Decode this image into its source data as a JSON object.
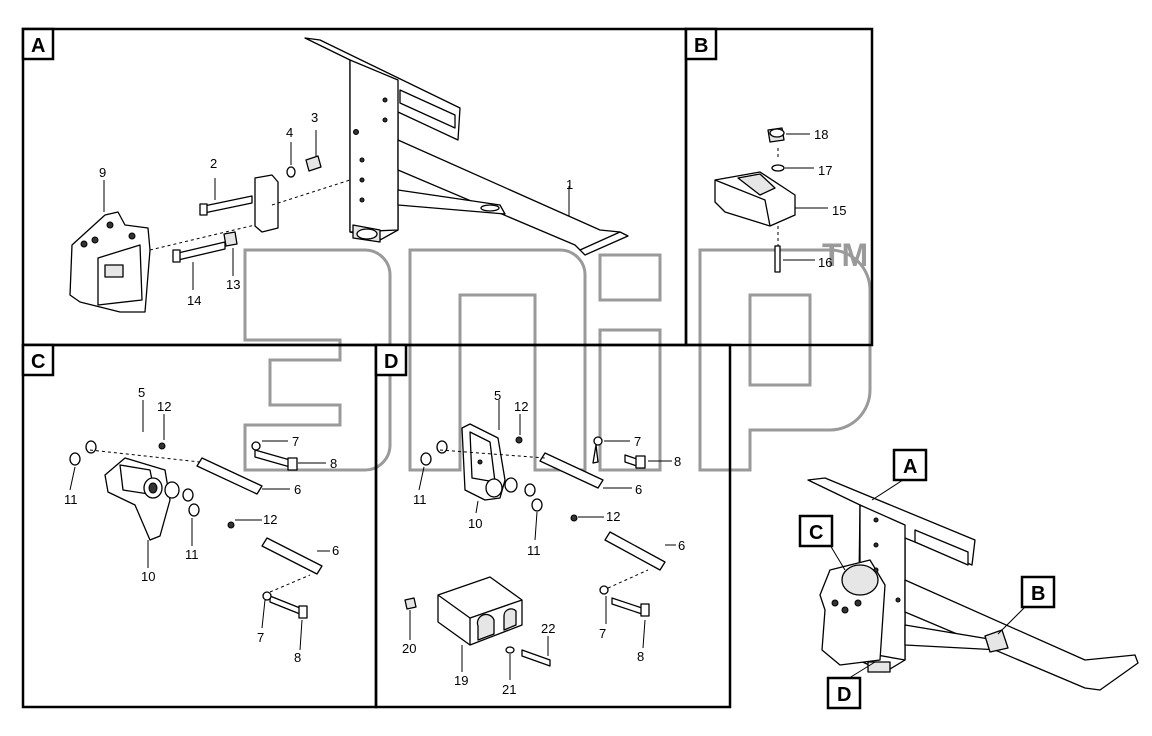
{
  "sections": {
    "A": "A",
    "B": "B",
    "C": "C",
    "D": "D"
  },
  "overview_tags": {
    "A": "A",
    "B": "B",
    "C": "C",
    "D": "D"
  },
  "watermark": {
    "trademark": "TM"
  },
  "callouts": {
    "A": [
      "1",
      "2",
      "3",
      "4",
      "9",
      "13",
      "14"
    ],
    "B": [
      "15",
      "16",
      "17",
      "18"
    ],
    "C": [
      "5",
      "12",
      "7",
      "8",
      "11",
      "6",
      "10",
      "11",
      "12",
      "6",
      "7",
      "8"
    ],
    "D": [
      "5",
      "12",
      "7",
      "8",
      "11",
      "6",
      "10",
      "12",
      "11",
      "6",
      "7",
      "8",
      "20",
      "19",
      "21",
      "22"
    ]
  }
}
